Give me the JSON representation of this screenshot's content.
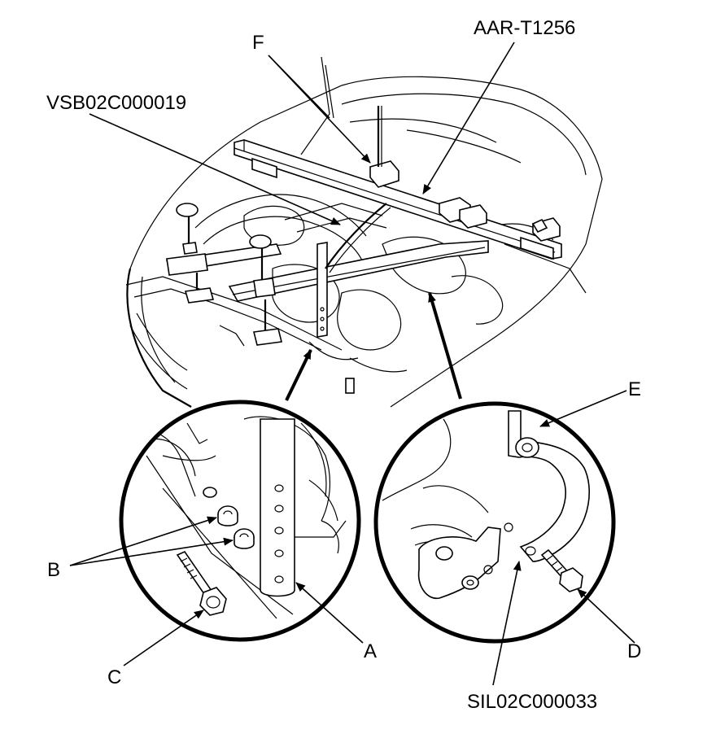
{
  "callouts": {
    "f": "F",
    "aar": "AAR-T1256",
    "vsb": "VSB02C000019",
    "e": "E",
    "b": "B",
    "a": "A",
    "c": "C",
    "d": "D",
    "sil": "SIL02C000033"
  }
}
